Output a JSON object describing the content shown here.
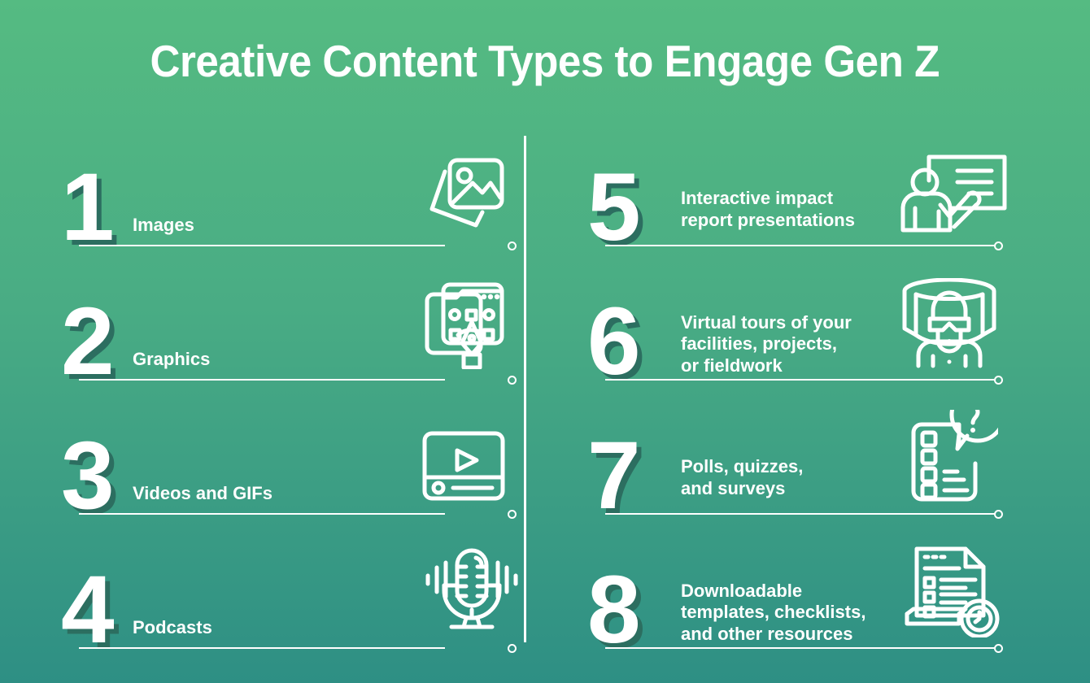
{
  "header": {
    "title": "Creative Content Types to Engage Gen Z"
  },
  "theme": {
    "gradient_top": "#55bb82",
    "gradient_bottom": "#2e8f84",
    "text_color": "#ffffff",
    "number_shadow_color": "#2c6e60"
  },
  "columns": {
    "left": {
      "items": [
        {
          "number": "1",
          "label": "Images",
          "icon": "image-photo-icon"
        },
        {
          "number": "2",
          "label": "Graphics",
          "icon": "pen-tool-design-icon"
        },
        {
          "number": "3",
          "label": "Videos and GIFs",
          "icon": "video-player-icon"
        },
        {
          "number": "4",
          "label": "Podcasts",
          "icon": "microphone-icon"
        }
      ]
    },
    "right": {
      "items": [
        {
          "number": "5",
          "label": "Interactive impact\nreport presentations",
          "icon": "presenter-whiteboard-icon"
        },
        {
          "number": "6",
          "label": "Virtual tours of your\nfacilities, projects,\nor fieldwork",
          "icon": "vr-headset-person-icon"
        },
        {
          "number": "7",
          "label": "Polls, quizzes,\nand surveys",
          "icon": "checklist-question-icon"
        },
        {
          "number": "8",
          "label": "Downloadable\ntemplates, checklists,\nand other resources",
          "icon": "document-checklist-clock-icon"
        }
      ]
    }
  }
}
